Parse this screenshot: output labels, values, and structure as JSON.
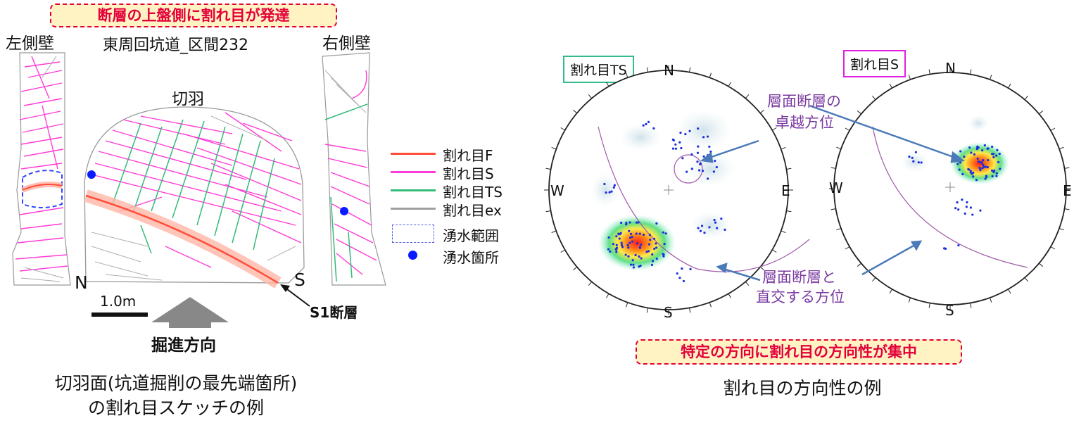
{
  "left": {
    "banner": "断層の上盤側に割れ目が発達",
    "left_wall": "左側壁",
    "tunnel_title": "東周回坑道_区間232",
    "right_wall": "右側壁",
    "face_label": "切羽",
    "dir_n": "N",
    "dir_s": "S",
    "scale_label": "1.0m",
    "fault_label": "S1断層",
    "advance_label": "掘進方向",
    "caption_line1": "切羽面(坑道掘削の最先端箇所)",
    "caption_line2": "の割れ目スケッチの例"
  },
  "legend": {
    "items": [
      {
        "label": "割れ目F",
        "color": "#ff4d3a",
        "kind": "line"
      },
      {
        "label": "割れ目S",
        "color": "#ff3bd8",
        "kind": "line"
      },
      {
        "label": "割れ目TS",
        "color": "#33bb7a",
        "kind": "line"
      },
      {
        "label": "割れ目ex",
        "color": "#a0a0a0",
        "kind": "line"
      },
      {
        "label": "湧水範囲",
        "color": "#5560e0",
        "kind": "box"
      },
      {
        "label": "湧水箇所",
        "color": "#0a1aff",
        "kind": "dot"
      }
    ]
  },
  "right": {
    "ts_label": "割れ目TS",
    "s_label": "割れ目S",
    "compass": {
      "n": "N",
      "e": "E",
      "s": "S",
      "w": "W"
    },
    "annot_top_line1": "層面断層の",
    "annot_top_line2": "卓越方位",
    "annot_bottom_line1": "層面断層と",
    "annot_bottom_line2": "直交する方位",
    "banner": "特定の方向に割れ目の方向性が集中",
    "caption": "割れ目の方向性の例"
  },
  "colors": {
    "accent_red": "#e4003a",
    "banner_bg": "#fff3c4",
    "ts_box": "#33bb88",
    "s_box": "#e020e0",
    "annot_purple": "#7a3aa0",
    "arrow_blue": "#4a7ab8"
  }
}
